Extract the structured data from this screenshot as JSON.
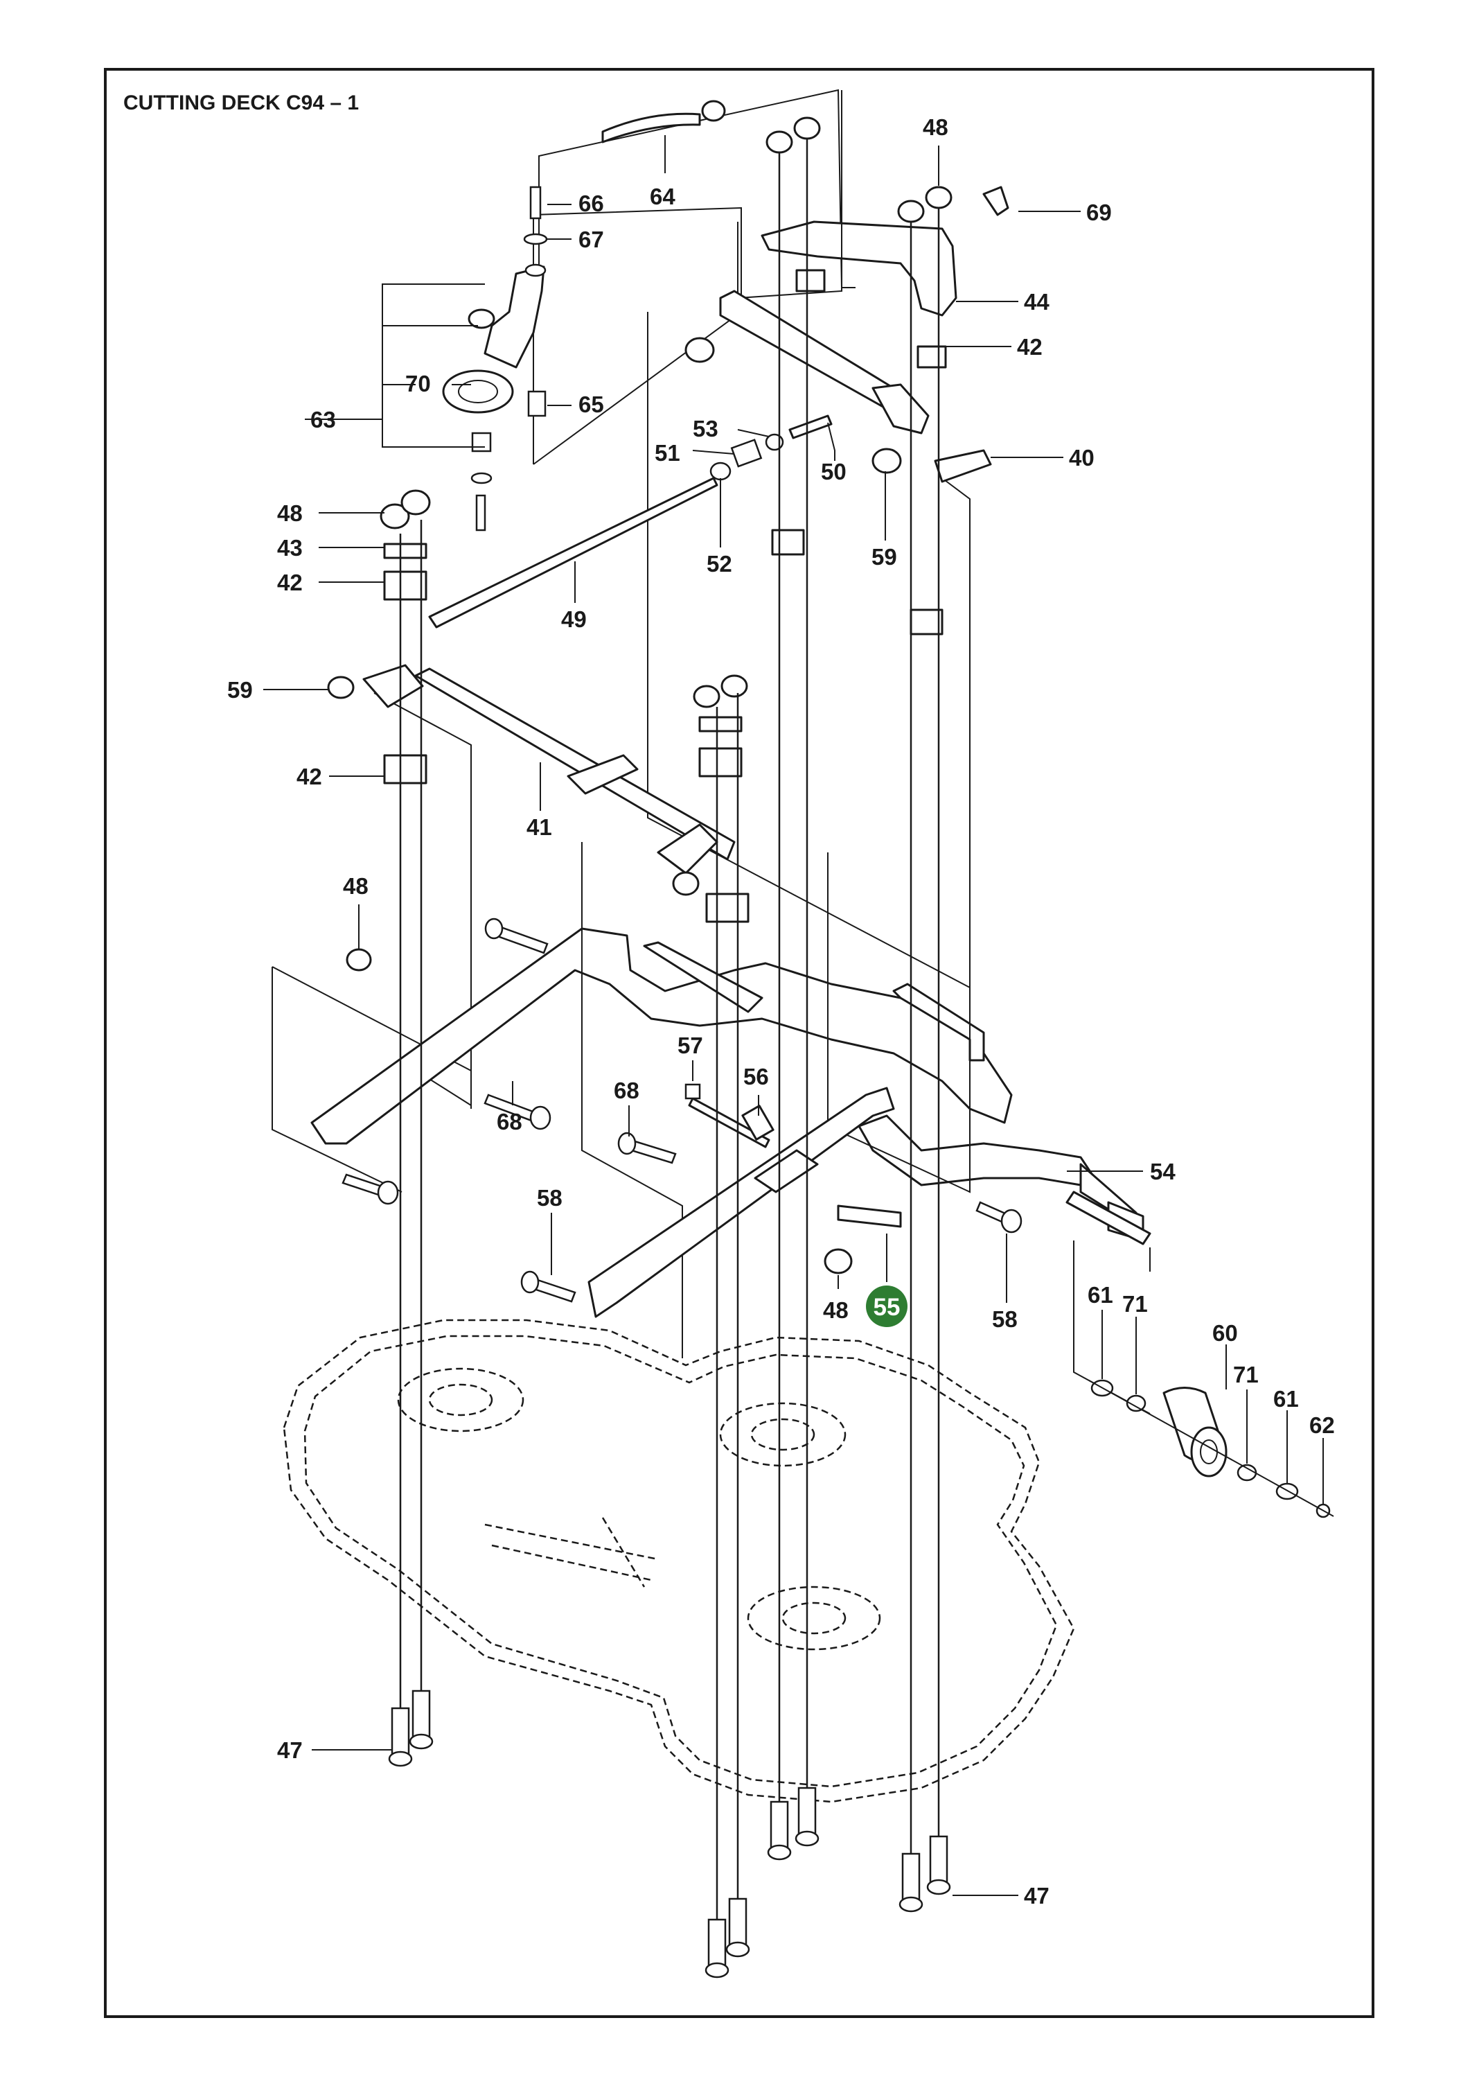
{
  "title": "CUTTING DECK C94 – 1",
  "highlight_color": "#2e7d32",
  "callouts": {
    "c64": "64",
    "c66": "66",
    "c67": "67",
    "c70": "70",
    "c63": "63",
    "c65": "65",
    "c48_top": "48",
    "c69": "69",
    "c44": "44",
    "c42_right": "42",
    "c40": "40",
    "c53": "53",
    "c51": "51",
    "c50": "50",
    "c52": "52",
    "c59_right": "59",
    "c48_left": "48",
    "c43": "43",
    "c42_left": "42",
    "c49": "49",
    "c59_left": "59",
    "c42_mid": "42",
    "c41": "41",
    "c48_mid": "48",
    "c68_left": "68",
    "c57": "57",
    "c56": "56",
    "c68_mid": "68",
    "c54": "54",
    "c58_left": "58",
    "c48_low": "48",
    "c55": "55",
    "c58_right": "58",
    "c61_a": "61",
    "c71_a": "71",
    "c60": "60",
    "c71_b": "71",
    "c61_b": "61",
    "c62": "62",
    "c47_left": "47",
    "c47_right": "47"
  }
}
